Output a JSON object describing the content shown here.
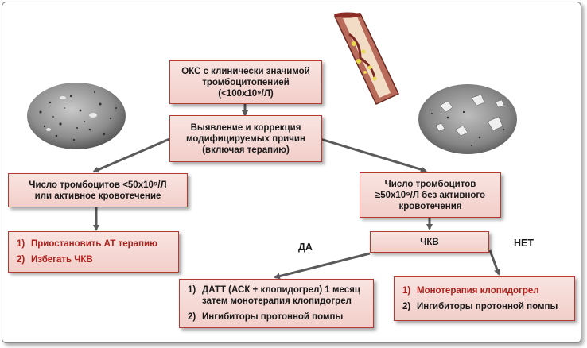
{
  "boxes": {
    "acs": {
      "lines": [
        "ОКС с клинически значимой",
        "тромбоцитопенией",
        "(<100x10⁹/Л)"
      ]
    },
    "identify": {
      "lines": [
        "Выявление и коррекция",
        "модифицируемых причин",
        "(включая терапию)"
      ]
    },
    "low": {
      "lines": [
        "Число тромбоцитов  <50x10⁹/Л",
        "или активное кровотечение"
      ]
    },
    "high": {
      "lines": [
        "Число тромбоцитов",
        "≥50x10⁹/Л без активного",
        "кровотечения"
      ]
    },
    "stop": {
      "items": [
        {
          "num": "1)",
          "text": "Приостановить АТ терапию"
        },
        {
          "num": "2)",
          "text": "Избегать ЧКВ"
        }
      ]
    },
    "pci": {
      "text": "ЧКВ"
    },
    "dapt": {
      "items": [
        {
          "num": "1)",
          "lines": [
            "ДАТТ (АСК + клопидогрел) 1 месяц",
            "затем монотерапия клопидогрел"
          ]
        },
        {
          "num": "2)",
          "lines": [
            "Ингибиторы протонной помпы"
          ]
        }
      ]
    },
    "mono": {
      "items": [
        {
          "num": "1)",
          "text": "Монотерапия клопидогрел"
        },
        {
          "num": "2)",
          "text": "Ингибиторы протонной помпы"
        }
      ]
    }
  },
  "labels": {
    "yes": "ДА",
    "no": "НЕТ"
  },
  "colors": {
    "box_fill": "#f2cec9",
    "box_border": "#b23a33",
    "accent_text": "#b0211c",
    "arrow": "#5a5a5a"
  },
  "images": [
    "platelet-micrograph-left",
    "blood-vessel-thrombus",
    "platelet-micrograph-right"
  ]
}
